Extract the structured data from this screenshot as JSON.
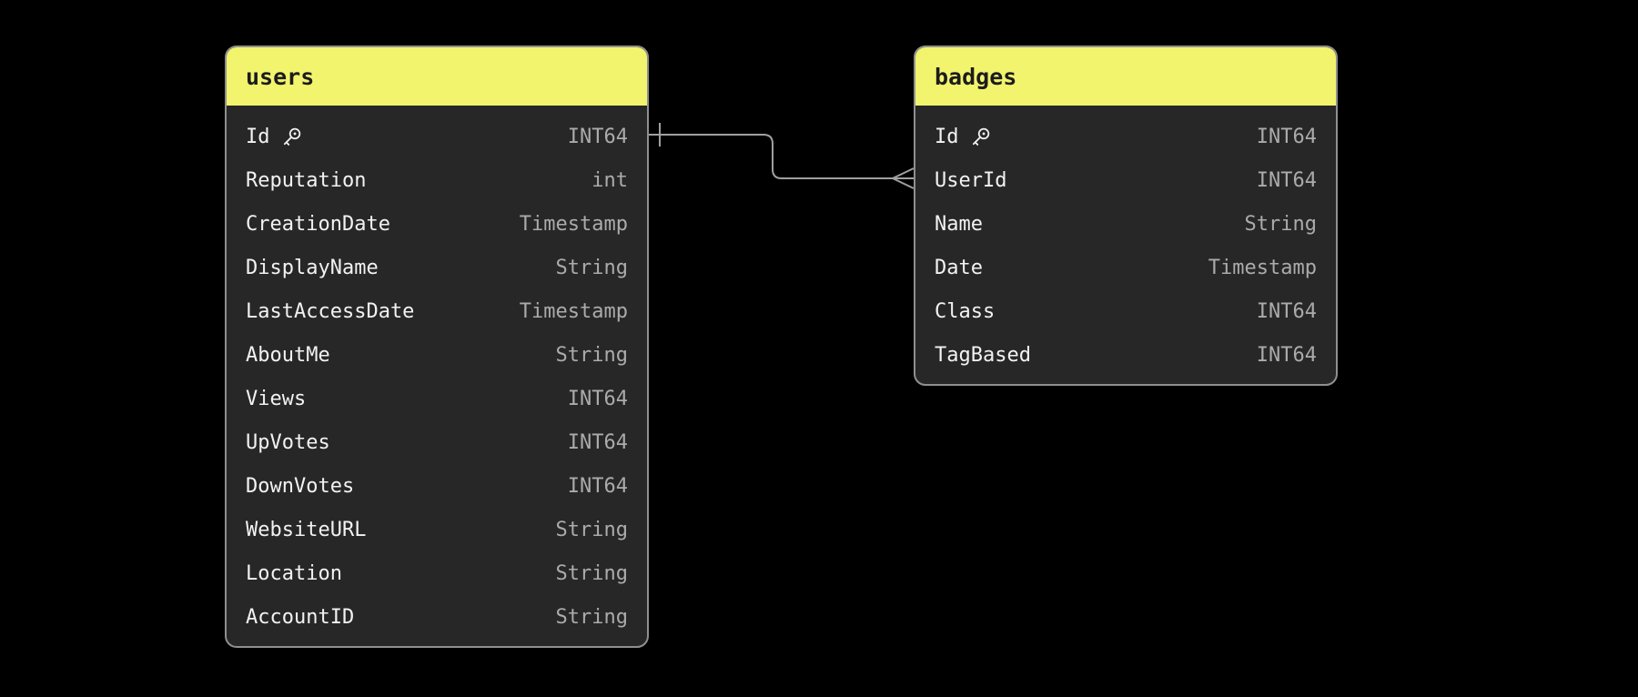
{
  "diagram": {
    "tables": [
      {
        "name": "users",
        "fields": [
          {
            "name": "Id",
            "type": "INT64",
            "primary_key": true
          },
          {
            "name": "Reputation",
            "type": "int"
          },
          {
            "name": "CreationDate",
            "type": "Timestamp"
          },
          {
            "name": "DisplayName",
            "type": "String"
          },
          {
            "name": "LastAccessDate",
            "type": "Timestamp"
          },
          {
            "name": "AboutMe",
            "type": "String"
          },
          {
            "name": "Views",
            "type": "INT64"
          },
          {
            "name": "UpVotes",
            "type": "INT64"
          },
          {
            "name": "DownVotes",
            "type": "INT64"
          },
          {
            "name": "WebsiteURL",
            "type": "String"
          },
          {
            "name": "Location",
            "type": "String"
          },
          {
            "name": "AccountID",
            "type": "String"
          }
        ]
      },
      {
        "name": "badges",
        "fields": [
          {
            "name": "Id",
            "type": "INT64",
            "primary_key": true
          },
          {
            "name": "UserId",
            "type": "INT64"
          },
          {
            "name": "Name",
            "type": "String"
          },
          {
            "name": "Date",
            "type": "Timestamp"
          },
          {
            "name": "Class",
            "type": "INT64"
          },
          {
            "name": "TagBased",
            "type": "INT64"
          }
        ]
      }
    ],
    "relationships": [
      {
        "from_table": "users",
        "from_field": "Id",
        "from_cardinality": "one",
        "to_table": "badges",
        "to_field": "UserId",
        "to_cardinality": "many"
      }
    ],
    "icons": {
      "primary_key": "key-icon"
    },
    "colors": {
      "header_fill": "#f2f46e",
      "body_fill": "#272727",
      "border": "#8f8f8f",
      "field_text": "#f2f2f2",
      "type_text": "#ababab",
      "title_text": "#1c1c1c",
      "connector": "#a0a0a0",
      "background": "#000000"
    }
  }
}
